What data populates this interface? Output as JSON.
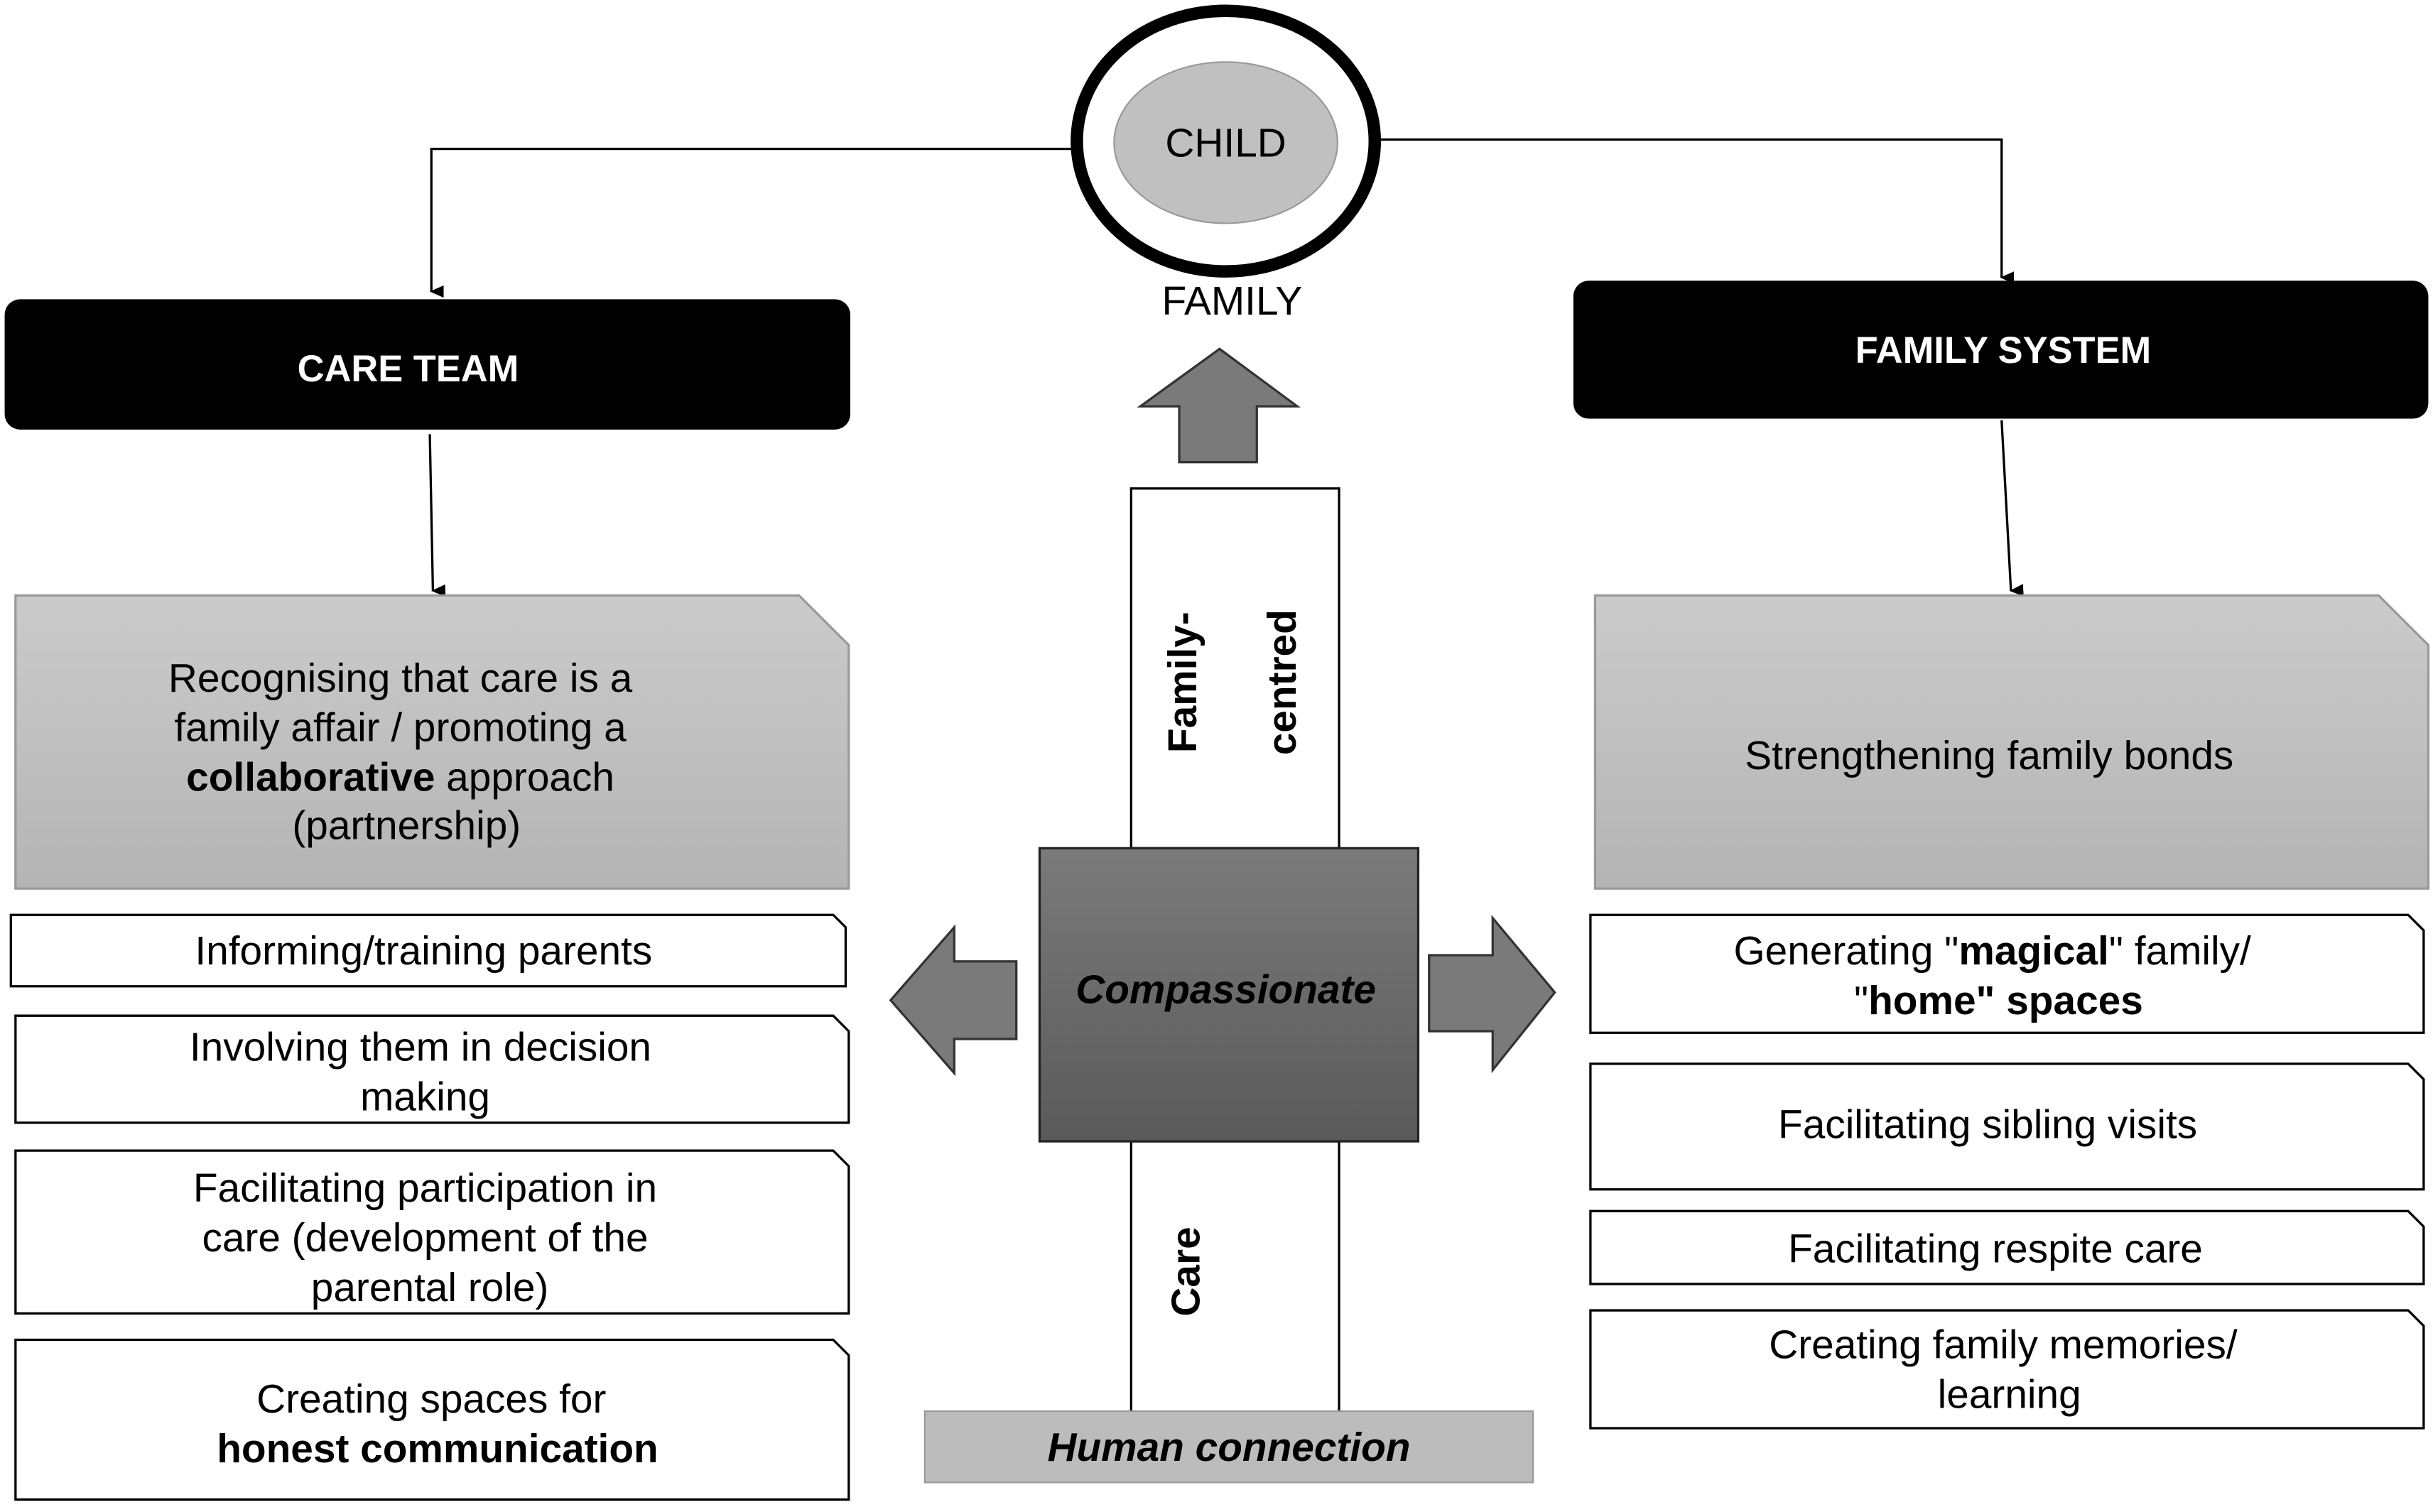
{
  "center": {
    "child": "CHILD",
    "family": "FAMILY",
    "compassionate": "Compassionate",
    "family_centred_1": "Family-",
    "family_centred_2": "centred",
    "care": "Care",
    "human_connection": "Human connection"
  },
  "care_team": {
    "title": "CARE TEAM",
    "main": {
      "line1": "Recognising that care is a",
      "line2": "family affair / promoting a",
      "line3_bold": "collaborative",
      "line3_rest": " approach",
      "line4": "(partnership)"
    },
    "items": [
      {
        "lines": [
          "Informing/training parents"
        ]
      },
      {
        "lines": [
          "Involving them in decision",
          "making"
        ]
      },
      {
        "lines": [
          "Facilitating participation in",
          "care (development of the",
          "parental role)"
        ]
      },
      {
        "line1": "Creating spaces for",
        "line2_bold": "honest communication"
      }
    ]
  },
  "family_system": {
    "title": "FAMILY SYSTEM",
    "main": "Strengthening family bonds",
    "items": [
      {
        "l1a": "Generating \"",
        "l1b": "magical",
        "l1c": "\" family/",
        "l2a": "\"",
        "l2b": "home",
        "l2c": "\" spaces"
      },
      {
        "lines": [
          "Facilitating sibling visits"
        ]
      },
      {
        "lines": [
          "Facilitating respite care"
        ]
      },
      {
        "lines": [
          "Creating family memories/",
          "learning"
        ]
      }
    ]
  },
  "colors": {
    "header": "#000000",
    "gray_box": "#c4c4c4",
    "center_square": "#6a6a6a",
    "arrow": "#7a7a7a",
    "child_fill": "#c0c0c0"
  }
}
